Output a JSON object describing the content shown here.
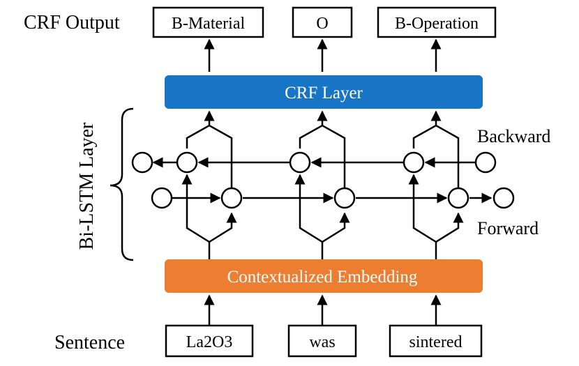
{
  "labels": {
    "crf_output": "CRF Output",
    "sentence": "Sentence",
    "bilstm_layer": "Bi-LSTM Layer",
    "backward": "Backward",
    "forward": "Forward"
  },
  "crf_layer": {
    "label": "CRF Layer",
    "color": "#1874C5"
  },
  "embedding_layer": {
    "label": "Contextualized Embedding",
    "color": "#ED7D31"
  },
  "outputs": [
    "B-Material",
    "O",
    "B-Operation"
  ],
  "tokens": [
    "La2O3",
    "was",
    "sintered"
  ]
}
